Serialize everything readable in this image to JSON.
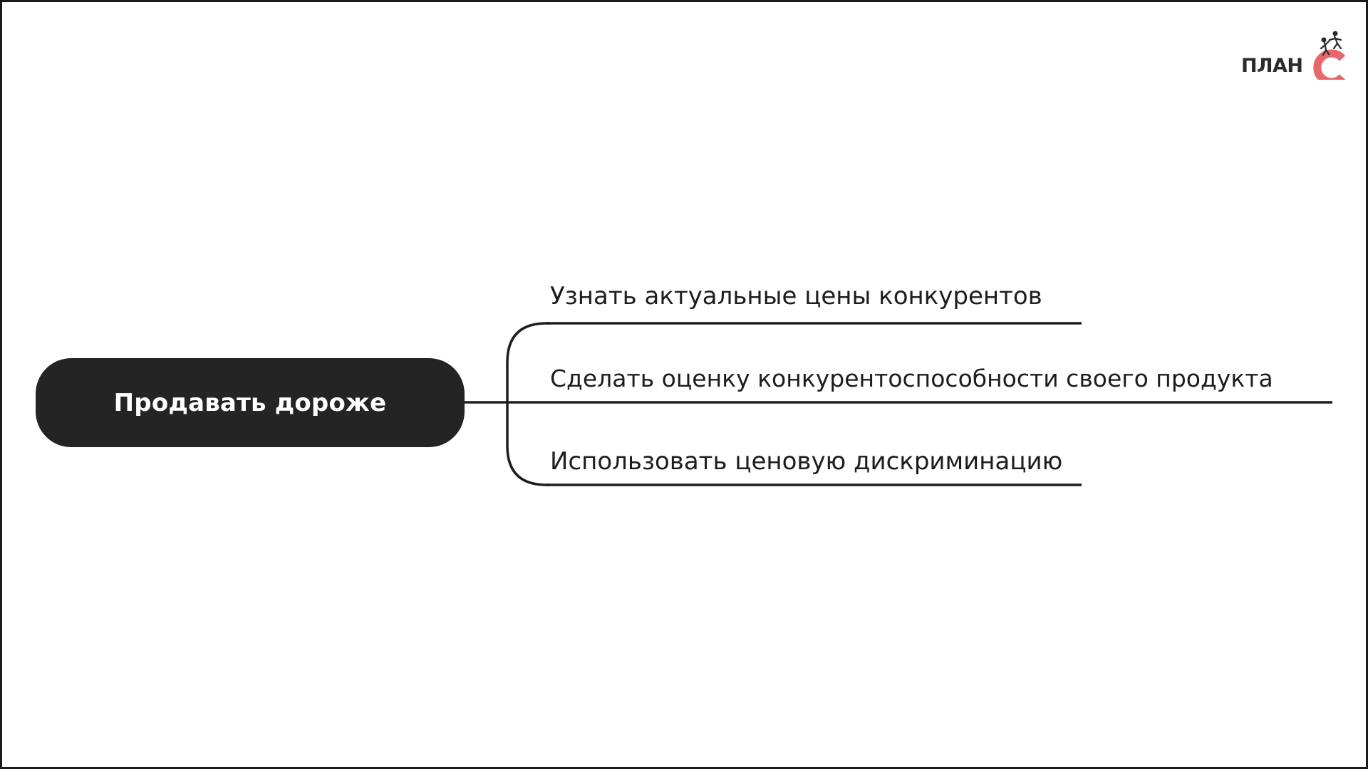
{
  "logo": {
    "text": "ПЛАН",
    "mark_letter": "C",
    "mark_color": "#e8676b",
    "climbers_icon": "climbers-icon"
  },
  "root": {
    "label": "Продавать дороже",
    "fill_color": "#242424"
  },
  "branches": [
    {
      "label": "Узнать актуальные цены конкурентов"
    },
    {
      "label": "Сделать оценку конкурентоспособности своего продукта"
    },
    {
      "label": "Использовать ценовую дискриминацию"
    }
  ]
}
